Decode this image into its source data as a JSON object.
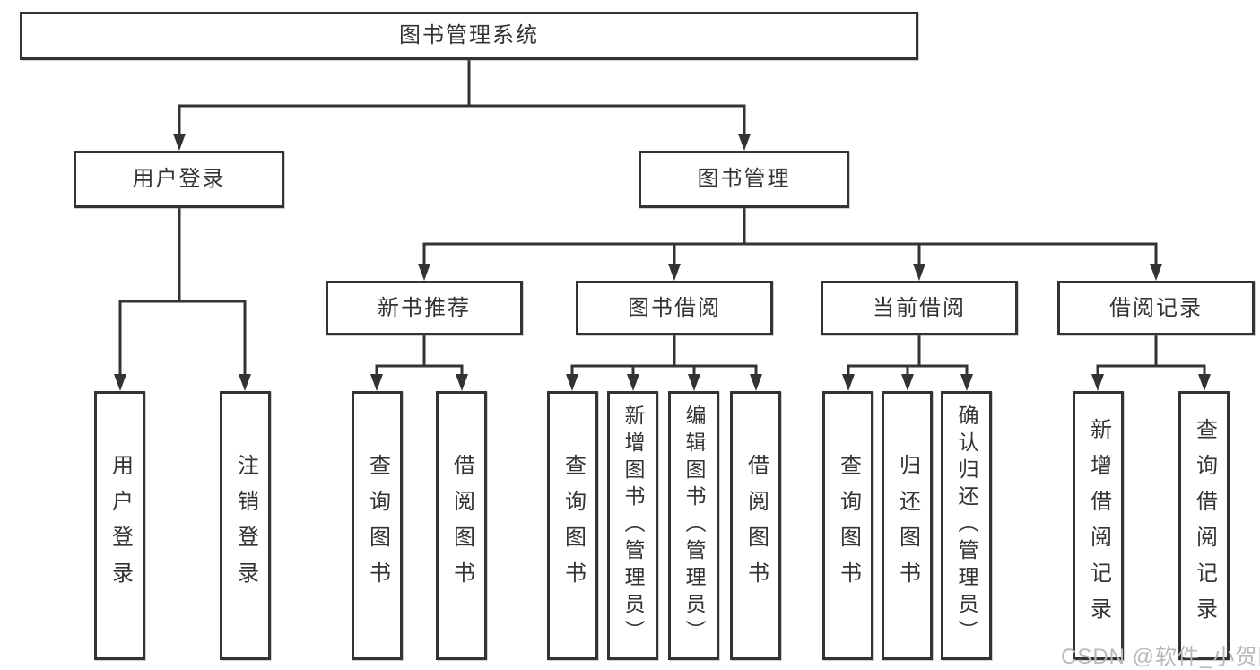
{
  "colors": {
    "line": "#333333",
    "text": "#333333",
    "box_border": "#333333",
    "background": "#ffffff",
    "watermark": "#b9b9b9"
  },
  "tree": {
    "root": {
      "label": "图书管理系统"
    },
    "branches": [
      {
        "label": "用户登录",
        "children": [
          {
            "label": "用户登录"
          },
          {
            "label": "注销登录"
          }
        ]
      },
      {
        "label": "图书管理",
        "sections": [
          {
            "label": "新书推荐",
            "children": [
              {
                "label": "查询图书"
              },
              {
                "label": "借阅图书"
              }
            ]
          },
          {
            "label": "图书借阅",
            "children": [
              {
                "label": "查询图书"
              },
              {
                "label": "新增图书（管理员）"
              },
              {
                "label": "编辑图书（管理员）"
              },
              {
                "label": "借阅图书"
              }
            ]
          },
          {
            "label": "当前借阅",
            "children": [
              {
                "label": "查询图书"
              },
              {
                "label": "归还图书"
              },
              {
                "label": "确认归还（管理员）"
              }
            ]
          },
          {
            "label": "借阅记录",
            "children": [
              {
                "label": "新增借阅记录"
              },
              {
                "label": "查询借阅记录"
              }
            ]
          }
        ]
      }
    ]
  },
  "watermark": {
    "text": "CSDN @软件_小贺同学"
  }
}
